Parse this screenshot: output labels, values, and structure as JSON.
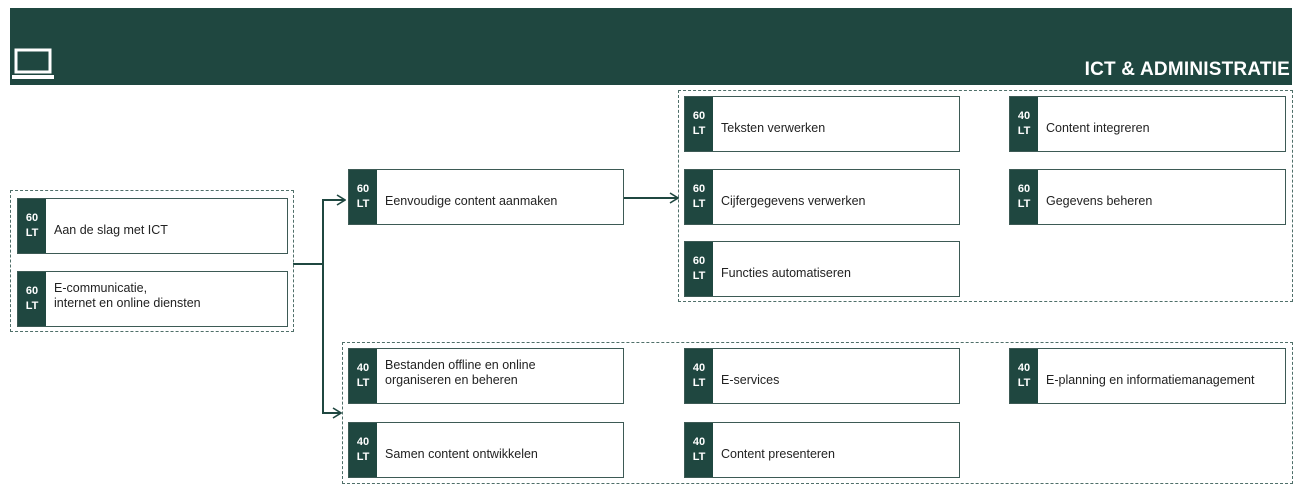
{
  "header": {
    "title": "ICT & ADMINISTRATIE",
    "icon": "laptop-icon"
  },
  "colors": {
    "primary": "#1f4740",
    "border": "#3d5a55",
    "text": "#222222"
  },
  "start_modules": [
    {
      "hours": "60",
      "unit": "LT",
      "title": "Aan de slag met ICT"
    },
    {
      "hours": "60",
      "unit": "LT",
      "title": "E-communicatie,\ninternet en online diensten"
    }
  ],
  "basic_module": {
    "hours": "60",
    "unit": "LT",
    "title": "Eenvoudige content aanmaken"
  },
  "upper_modules": [
    {
      "hours": "60",
      "unit": "LT",
      "title": "Teksten verwerken"
    },
    {
      "hours": "40",
      "unit": "LT",
      "title": "Content integreren"
    },
    {
      "hours": "60",
      "unit": "LT",
      "title": "Cijfergegevens verwerken"
    },
    {
      "hours": "60",
      "unit": "LT",
      "title": "Gegevens beheren"
    },
    {
      "hours": "60",
      "unit": "LT",
      "title": "Functies automatiseren"
    }
  ],
  "lower_modules": [
    {
      "hours": "40",
      "unit": "LT",
      "title": "Bestanden offline en online\norganiseren en beheren"
    },
    {
      "hours": "40",
      "unit": "LT",
      "title": "E-services"
    },
    {
      "hours": "40",
      "unit": "LT",
      "title": "E-planning en informatiemanagement"
    },
    {
      "hours": "40",
      "unit": "LT",
      "title": "Samen content ontwikkelen"
    },
    {
      "hours": "40",
      "unit": "LT",
      "title": "Content presenteren"
    }
  ]
}
